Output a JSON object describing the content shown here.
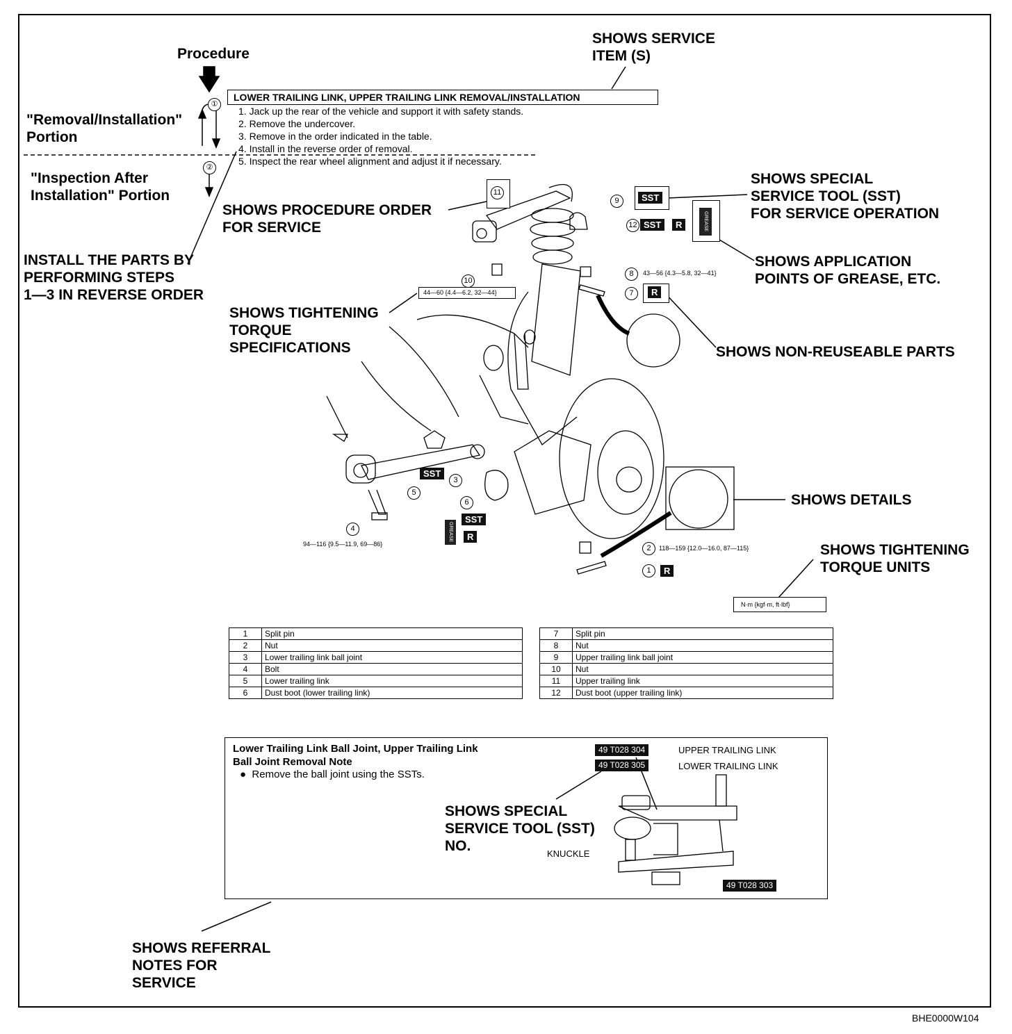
{
  "labels": {
    "procedure": "Procedure",
    "removal_portion": "\"Removal/Installation\"\nPortion",
    "inspection_portion": "\"Inspection After\nInstallation\" Portion",
    "install_reverse": "INSTALL THE PARTS BY\nPERFORMING STEPS\n1—3 IN REVERSE ORDER",
    "service_item": "SHOWS SERVICE\nITEM (S)",
    "procedure_order": "SHOWS PROCEDURE ORDER\nFOR SERVICE",
    "tightening_torque_spec": "SHOWS TIGHTENING\nTORQUE\nSPECIFICATIONS",
    "sst_tool": "SHOWS SPECIAL\nSERVICE TOOL (SST)\nFOR SERVICE OPERATION",
    "grease_points": "SHOWS APPLICATION\nPOINTS OF GREASE, ETC.",
    "non_reusable": "SHOWS NON-REUSEABLE PARTS",
    "details": "SHOWS DETAILS",
    "torque_units": "SHOWS TIGHTENING\nTORQUE UNITS",
    "sst_no": "SHOWS SPECIAL\nSERVICE TOOL (SST)\nNO.",
    "referral_notes": "SHOWS REFERRAL\nNOTES FOR\nSERVICE"
  },
  "procedure": {
    "title": "LOWER TRAILING LINK, UPPER TRAILING LINK REMOVAL/INSTALLATION",
    "steps": [
      "1. Jack up the rear of the vehicle and support it with safety stands.",
      "2. Remove the undercover.",
      "3. Remove in the order indicated in the table.",
      "4. Install in the reverse order of removal.",
      "5. Inspect the rear wheel alignment and adjust it if necessary."
    ],
    "markers": [
      "①",
      "②"
    ]
  },
  "diagram": {
    "sst": "SST",
    "r": "R",
    "torque_units": "N·m {kgf·m, ft·lbf}",
    "torque_8": "43—56 {4.3—5.8, 32—41}",
    "torque_10": "44—60 {4.4—6.2, 32—44}",
    "torque_2": "118—159 {12.0—16.0, 87—115}",
    "torque_4": "94—116 {9.5—11.9, 69—86}",
    "grease": "GREASE",
    "nums": [
      "1",
      "2",
      "3",
      "4",
      "5",
      "6",
      "7",
      "8",
      "9",
      "10",
      "11",
      "12"
    ]
  },
  "parts_left": [
    {
      "no": "1",
      "name": "Split pin"
    },
    {
      "no": "2",
      "name": "Nut"
    },
    {
      "no": "3",
      "name": "Lower trailing link ball joint"
    },
    {
      "no": "4",
      "name": "Bolt"
    },
    {
      "no": "5",
      "name": "Lower trailing link"
    },
    {
      "no": "6",
      "name": "Dust boot (lower trailing link)"
    }
  ],
  "parts_right": [
    {
      "no": "7",
      "name": "Split pin"
    },
    {
      "no": "8",
      "name": "Nut"
    },
    {
      "no": "9",
      "name": "Upper trailing link ball joint"
    },
    {
      "no": "10",
      "name": "Nut"
    },
    {
      "no": "11",
      "name": "Upper trailing link"
    },
    {
      "no": "12",
      "name": "Dust boot (upper trailing link)"
    }
  ],
  "note": {
    "title": "Lower Trailing Link Ball Joint, Upper Trailing Link\nBall Joint Removal Note",
    "bullet": "Remove the ball joint using the SSTs.",
    "sst_304": "49 T028 304",
    "sst_305": "49 T028 305",
    "sst_303": "49 T028 303",
    "upper_link": "UPPER TRAILING LINK",
    "lower_link": "LOWER TRAILING LINK",
    "knuckle": "KNUCKLE"
  },
  "figure_code": "BHE0000W104"
}
